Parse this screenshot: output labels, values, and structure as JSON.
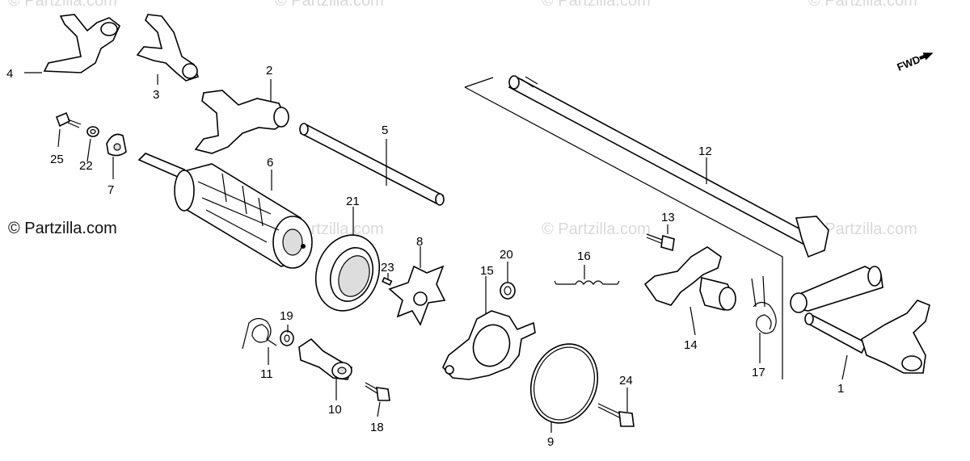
{
  "watermarks": [
    "© Partzilla.com",
    "© Partzilla.com",
    "© Partzilla.com",
    "© Partzilla.com",
    "© Partzilla.com",
    "© Partzilla.com",
    "© Partzilla.com"
  ],
  "copyright": "© Partzilla.com",
  "direction_label": "FWD",
  "labels": {
    "p1": "1",
    "p2": "2",
    "p3": "3",
    "p4": "4",
    "p5": "5",
    "p6": "6",
    "p7": "7",
    "p8": "8",
    "p9": "9",
    "p10": "10",
    "p11": "11",
    "p12": "12",
    "p13": "13",
    "p14": "14",
    "p15": "15",
    "p16": "16",
    "p17": "17",
    "p18": "18",
    "p19": "19",
    "p20": "20",
    "p21": "21",
    "p22": "22",
    "p23": "23",
    "p24": "24",
    "p25": "25"
  }
}
